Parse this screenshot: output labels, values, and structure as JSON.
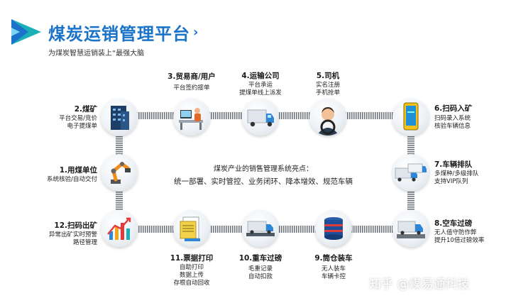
{
  "header": {
    "title": "煤炭运销管理平台",
    "subtitle": "为煤炭智慧运销装上“最强大脑"
  },
  "center": {
    "heading": "煤炭产业的销售管理系统亮点：",
    "features": "统一部署、实时管控、业务闭环、降本增效、规范车辆"
  },
  "nodes": [
    {
      "id": "1",
      "title": "1.用煤单位",
      "desc": [
        "系统核验/自动交付"
      ],
      "icon": "robot-arm-icon"
    },
    {
      "id": "2",
      "title": "2.煤矿",
      "desc": [
        "平台交易/竞价",
        "电子提煤单"
      ],
      "icon": "building-icon"
    },
    {
      "id": "3",
      "title": "3.贸易商/用户",
      "desc": [
        "平台签约接单"
      ],
      "icon": "office-worker-icon"
    },
    {
      "id": "4",
      "title": "4.运输公司",
      "desc": [
        "平台承运",
        "提煤单线上派发"
      ],
      "icon": "truck-icon"
    },
    {
      "id": "5",
      "title": "5.司机",
      "desc": [
        "实名注册",
        "手机抢单"
      ],
      "icon": "driver-icon"
    },
    {
      "id": "6",
      "title": "6.扫码入矿",
      "desc": [
        "扫码录入系统",
        "核验车辆信息"
      ],
      "icon": "phone-scan-icon"
    },
    {
      "id": "7",
      "title": "7.车辆排队",
      "desc": [
        "多煤种/多级排队",
        "支持VIP队列"
      ],
      "icon": "queue-trucks-icon"
    },
    {
      "id": "8",
      "title": "8.空车过磅",
      "desc": [
        "无人值守防作弊",
        "提升10倍过磅效率"
      ],
      "icon": "scale-truck-icon"
    },
    {
      "id": "9",
      "title": "9.筒仓装车",
      "desc": [
        "无人装车",
        "车辆卡控"
      ],
      "icon": "silo-icon"
    },
    {
      "id": "10",
      "title": "10.重车过磅",
      "desc": [
        "毛重记录",
        "自动扣款"
      ],
      "icon": "loaded-truck-icon"
    },
    {
      "id": "11",
      "title": "11.票据打印",
      "desc": [
        "自助打印",
        "数据上传",
        "存根自动回收"
      ],
      "icon": "printer-icon"
    },
    {
      "id": "12",
      "title": "12.扫码出矿",
      "desc": [
        "异常出矿实时预警",
        "路径管理"
      ],
      "icon": "chart-icon"
    }
  ],
  "watermark": "知乎 @煤易通科技",
  "colors": {
    "brand_blue": "#1a73c8",
    "brand_teal": "#1bb0b8",
    "track": "#8a9097"
  }
}
